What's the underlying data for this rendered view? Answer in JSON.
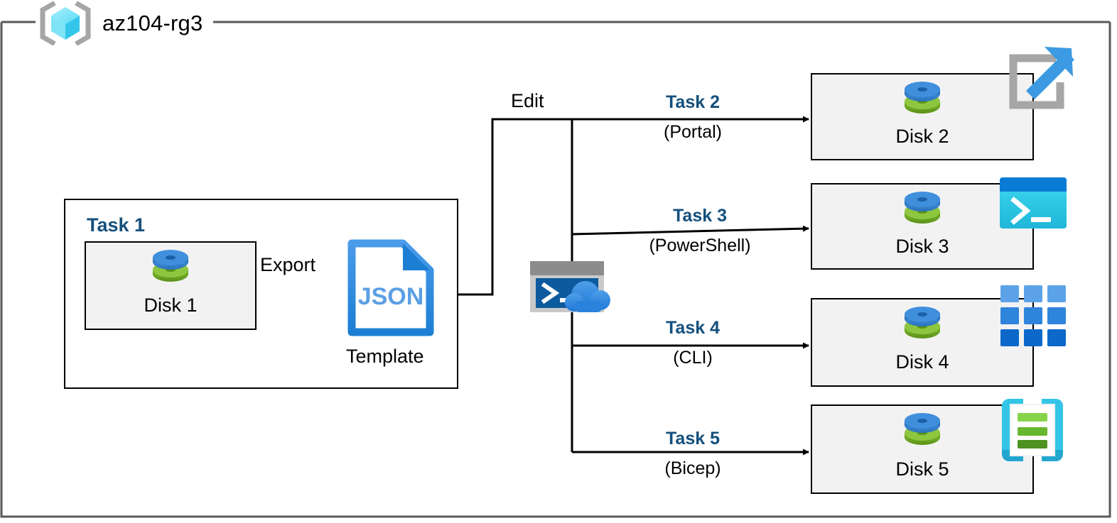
{
  "diagram": {
    "title": "az104-rg3",
    "resource_group_icon": "azure-resource-group-icon",
    "frame_color": "#595959"
  },
  "colors": {
    "task_label": "#14507d",
    "box_fill": "#f2f2f2",
    "box_stroke": "#000000",
    "disk_blue": "#3c8ede",
    "disk_green": "#7cb82f",
    "json_blue": "#2a87e0",
    "powershell_cyan": "#26c6da",
    "cli_blue": "#2a7fd4",
    "bicep_cyan": "#32c5e8",
    "portal_gray": "#a6a6a6",
    "portal_arrow": "#3b9ae1"
  },
  "task1": {
    "title": "Task 1",
    "disk_label": "Disk 1",
    "disk_icon": "disk-icon",
    "export_label": "Export",
    "template_label": "Template",
    "template_icon": "json-file-icon",
    "template_icon_text": "JSON"
  },
  "edit": {
    "label": "Edit",
    "shell_icon": "cloud-shell-icon"
  },
  "tasks": [
    {
      "name": "Task 2",
      "method": "(Portal)",
      "disk_label": "Disk 2",
      "disk_icon": "disk-icon",
      "tool_icon": "azure-portal-icon"
    },
    {
      "name": "Task 3",
      "method": "(PowerShell)",
      "disk_label": "Disk 3",
      "disk_icon": "disk-icon",
      "tool_icon": "powershell-icon"
    },
    {
      "name": "Task 4",
      "method": "(CLI)",
      "disk_label": "Disk 4",
      "disk_icon": "disk-icon",
      "tool_icon": "azure-cli-icon"
    },
    {
      "name": "Task 5",
      "method": "(Bicep)",
      "disk_label": "Disk 5",
      "disk_icon": "disk-icon",
      "tool_icon": "bicep-icon"
    }
  ]
}
